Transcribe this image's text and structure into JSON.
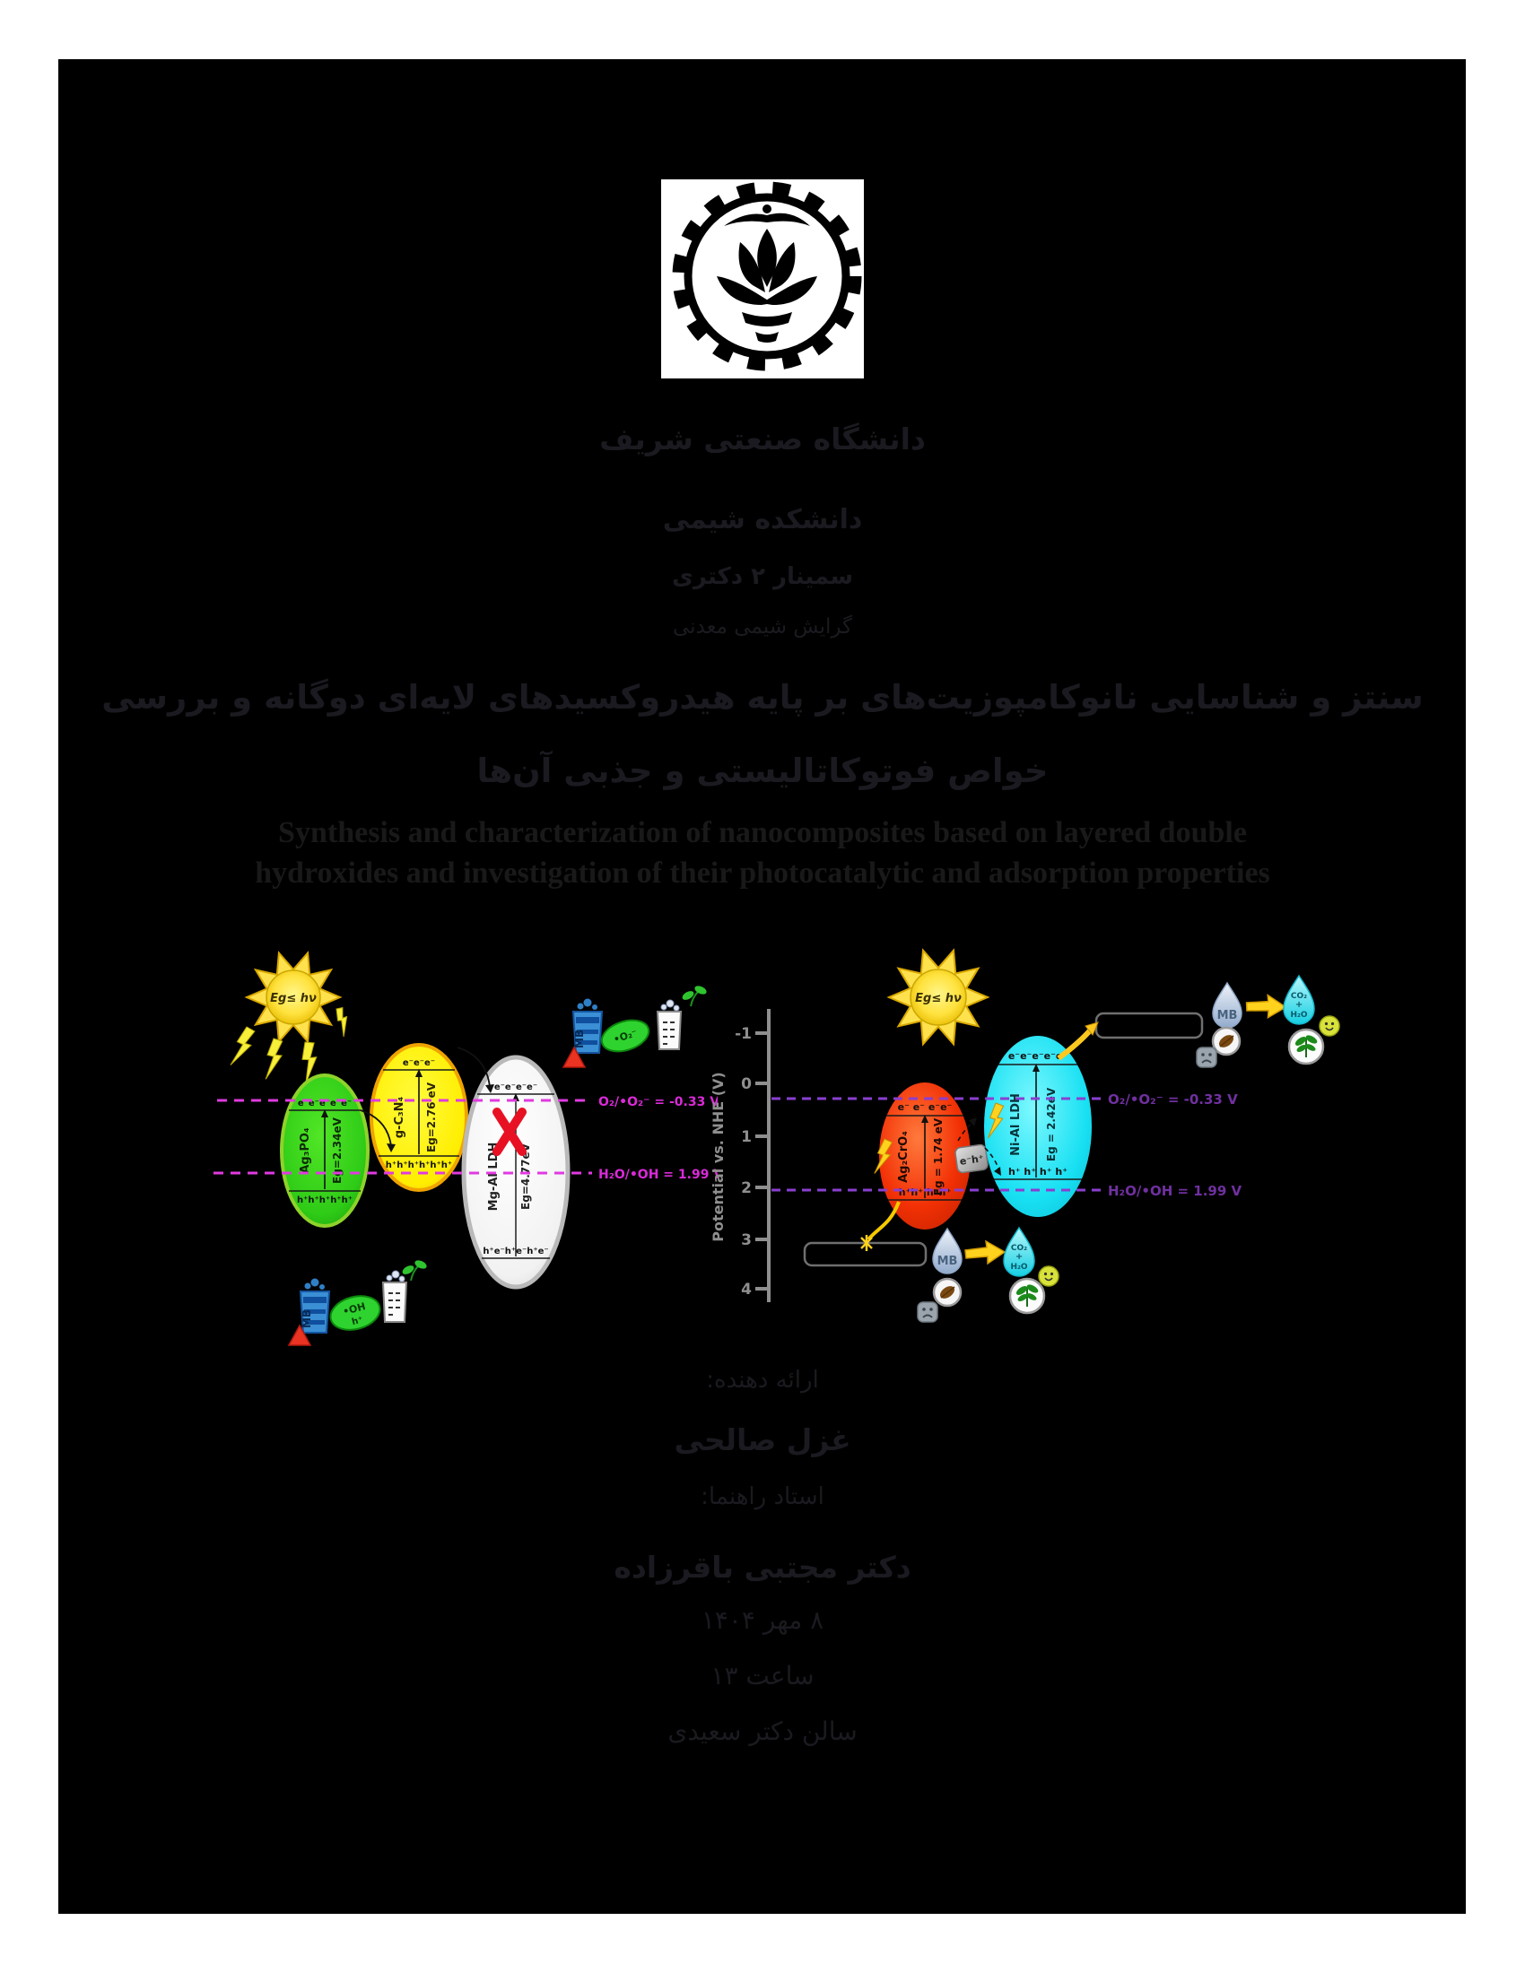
{
  "header": {
    "university_fa": "دانشگاه صنعتی شریف",
    "faculty_fa": "دانشکده شیمی",
    "seminar_fa": "سمینار ۲ دکتری",
    "field_fa": "گرایش شیمی معدنی",
    "title_fa_line1": "سنتز و شناسایی نانوکامپوزیت‌های بر پایه هیدروکسیدهای لایه‌ای دوگانه و بررسی",
    "title_fa_line2": "خواص فوتوکاتالیستی و جذبی آن‌ها",
    "title_en_line1": "Synthesis and characterization of nanocomposites based on layered double",
    "title_en_line2": "hydroxides and investigation of their photocatalytic and adsorption properties"
  },
  "footer": {
    "presenter_label": "ارائه دهنده:",
    "presenter_name": "غزل صالحی",
    "supervisor_label": "استاد راهنما:",
    "supervisor_name": "دکتر مجتبی باقرزاده",
    "date_fa": "۸ مهر ۱۴۰۴",
    "time_fa": "ساعت ۱۳",
    "venue_fa": "سالن دکتر سعیدی"
  },
  "diagram_left": {
    "sun_label": "Eg≤ hν",
    "green_ellipse": {
      "name": "Ag₃PO₄",
      "eg": "Eg=2.34eV",
      "cb": "e⁻e⁻e⁻e⁻e⁻",
      "vb": "h⁺h⁺h⁺h⁺h⁺"
    },
    "yellow_ellipse": {
      "name": "g-C₃N₄",
      "eg": "Eg=2.76 eV",
      "cb": "e⁻e⁻e⁻",
      "vb": "h⁺h⁺h⁺h⁺h⁺h⁺"
    },
    "white_ellipse": {
      "name": "Mg-Al LDH",
      "eg": "Eg=4.77eV",
      "cb": "e⁻e⁻e⁻e⁻",
      "vb": "h⁺e⁻h⁺e⁻h⁺e⁻"
    },
    "redox_line1": "O₂/•O₂⁻ = -0.33 V",
    "redox_line2": "H₂O/•OH = 1.99 V",
    "mb_label": "MB",
    "leaf_top_label": "•O₂⁻",
    "leaf_bottom_label1": "•OH",
    "leaf_bottom_label2": "h⁺"
  },
  "diagram_right": {
    "axis_label": "Potential vs. NHE (V)",
    "axis_ticks": [
      "-1",
      "0",
      "1",
      "2",
      "3",
      "4"
    ],
    "sun_label": "Eg≤ hν",
    "red_ellipse": {
      "name": "Ag₂CrO₄",
      "eg": "Eg = 1.74 eV",
      "cb": "e⁻ e⁻ e⁻e⁻",
      "vb": "h⁺h⁺ h⁺h⁺"
    },
    "cyan_ellipse": {
      "name": "Ni-Al LDH",
      "eg": "Eg = 2.42eV",
      "cb": "e⁻e⁻e⁻e⁻e⁻",
      "vb": "h⁺ h⁺ h⁺ h⁺"
    },
    "pair_label": "e⁻h⁺",
    "redox_line1": "O₂/•O₂⁻ = -0.33 V",
    "redox_line2": "H₂O/•OH = 1.99 V",
    "mb_label": "MB",
    "droplet_co2": "CO₂",
    "droplet_plus": "+",
    "droplet_h2o": "H₂O"
  }
}
